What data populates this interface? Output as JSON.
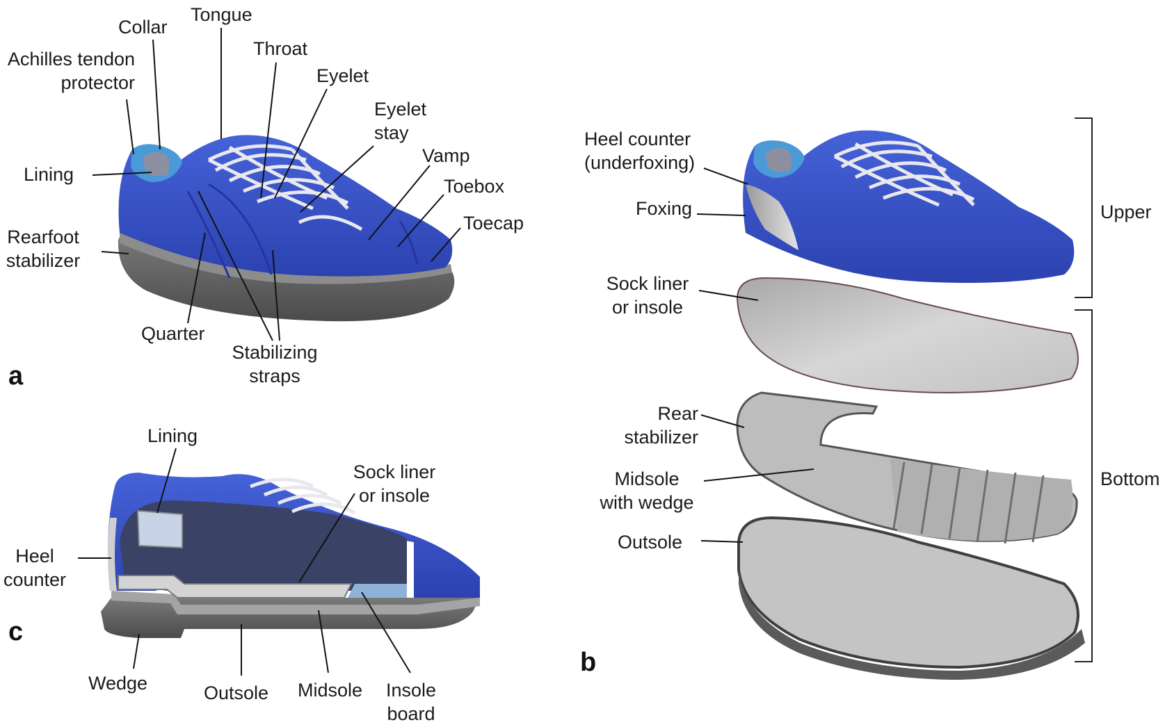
{
  "panels": {
    "a": "a",
    "b": "b",
    "c": "c"
  },
  "panel_a": {
    "tongue": "Tongue",
    "collar": "Collar",
    "throat": "Throat",
    "achilles_1": "Achilles tendon",
    "achilles_2": "protector",
    "eyelet": "Eyelet",
    "eyelet_stay_1": "Eyelet",
    "eyelet_stay_2": "stay",
    "vamp": "Vamp",
    "lining": "Lining",
    "toebox": "Toebox",
    "toecap": "Toecap",
    "rearfoot_1": "Rearfoot",
    "rearfoot_2": "stabilizer",
    "quarter": "Quarter",
    "straps_1": "Stabilizing",
    "straps_2": "straps"
  },
  "panel_b": {
    "heel_counter_1": "Heel counter",
    "heel_counter_2": "(underfoxing)",
    "foxing": "Foxing",
    "upper": "Upper",
    "sock_liner_1": "Sock liner",
    "sock_liner_2": "or insole",
    "rear_stab_1": "Rear",
    "rear_stab_2": "stabilizer",
    "midsole_1": "Midsole",
    "midsole_2": "with wedge",
    "bottom": "Bottom",
    "outsole": "Outsole"
  },
  "panel_c": {
    "lining": "Lining",
    "sock_liner_1": "Sock liner",
    "sock_liner_2": "or insole",
    "heel_counter_1": "Heel",
    "heel_counter_2": "counter",
    "wedge": "Wedge",
    "outsole": "Outsole",
    "midsole": "Midsole",
    "insole_board_1": "Insole",
    "insole_board_2": "board"
  },
  "colors": {
    "upper_blue": "#3550c4",
    "upper_dark": "#2a3fa6",
    "collar_light": "#4a9ad8",
    "sole_gray": "#6b6b6b",
    "sole_dark": "#4a4a4a",
    "insole_light": "#c9c9c9",
    "lace_white": "#e8e8ee"
  }
}
